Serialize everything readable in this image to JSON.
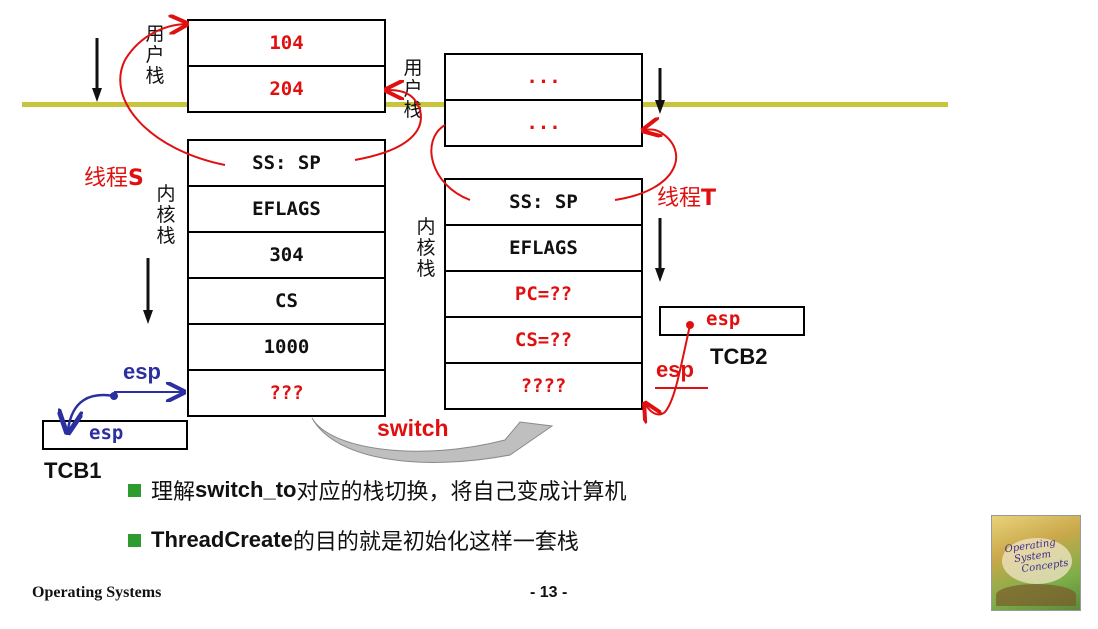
{
  "left_stack": {
    "user_label": "用户栈",
    "user_cells": [
      "104",
      "204"
    ],
    "kernel_label": "内核栈",
    "kernel_cells": [
      "SS: SP",
      "EFLAGS",
      "304",
      "CS",
      "1000",
      "???"
    ],
    "thread_label": "线程",
    "thread_letter": "S",
    "esp_label": "esp",
    "tcb_field": "esp",
    "tcb_name": "TCB1"
  },
  "right_stack": {
    "user_label": "用户栈",
    "user_cells": [
      "...",
      "..."
    ],
    "kernel_label": "内核栈",
    "kernel_cells": [
      "SS: SP",
      "EFLAGS",
      "PC=??",
      "CS=??",
      "????"
    ],
    "thread_label": "线程",
    "thread_letter": "T",
    "esp_label": "esp",
    "tcb_field": "esp",
    "tcb_name": "TCB2"
  },
  "switch_label": "switch",
  "bullets": [
    {
      "pre": "理解",
      "bold": "switch_to",
      "post": "对应的栈切换，将自己变成计算机"
    },
    {
      "pre": "",
      "bold": "ThreadCreate",
      "post": "的目的就是初始化这样一套栈"
    }
  ],
  "footer": {
    "left": "Operating Systems",
    "page": "- 13 -"
  },
  "book_cover": {
    "line1": "Operating",
    "line2": "System",
    "line3": "Concepts"
  },
  "colors": {
    "accent_red": "#e01010",
    "esp_blue": "#2b2fa0",
    "divider_olive": "#c8c43c",
    "bullet_green": "#2e9b2e"
  }
}
